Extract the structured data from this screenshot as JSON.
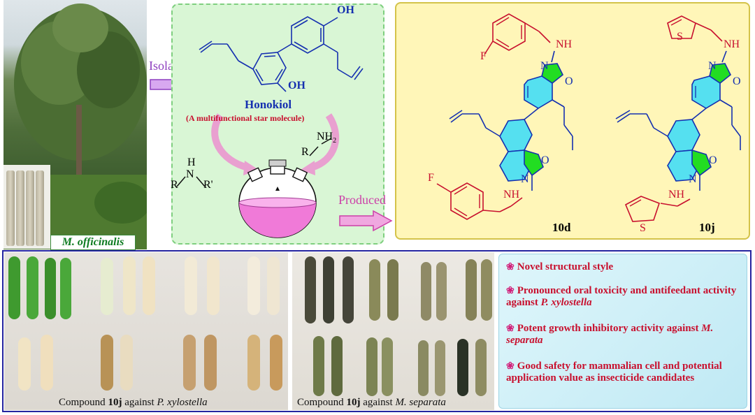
{
  "photo": {
    "species_label": "M. officinalis"
  },
  "arrows": {
    "isolated": "Isolated",
    "produced": "Produced"
  },
  "honokiol": {
    "name": "Honokiol",
    "subtitle": "(A multifunctional star molecule)",
    "oh_top": "OH",
    "oh_bottom": "OH"
  },
  "reagents": {
    "amine_secondary": {
      "n": "N",
      "h": "H",
      "r": "R",
      "r_prime": "R'"
    },
    "amine_primary": {
      "r": "R",
      "nh2": "NH",
      "sub2": "2"
    }
  },
  "compounds": [
    {
      "id": "10d",
      "f_top": "F",
      "f_bottom": "F",
      "nh_top": "NH",
      "nh_bottom": "NH",
      "n_top": "N",
      "o_top": "O",
      "n_bottom": "N",
      "o_bottom": "O"
    },
    {
      "id": "10j",
      "s_top": "S",
      "s_bottom": "S",
      "nh_top": "NH",
      "nh_bottom": "NH",
      "n_top": "N",
      "o_top": "O",
      "n_bottom": "N",
      "o_bottom": "O"
    }
  ],
  "captions": {
    "left": {
      "pre": "Compound ",
      "bold": "10j",
      "mid": " against ",
      "italic": "P. xylostella"
    },
    "right": {
      "pre": "Compound ",
      "bold": "10j",
      "mid": " against ",
      "italic": "M. separata"
    }
  },
  "findings": [
    {
      "text": "Novel structural style"
    },
    {
      "text": "Pronounced oral toxicity and antifeedant activity against ",
      "italic": "P. xylostella"
    },
    {
      "text": "Potent growth inhibitory activity against ",
      "italic": "M. separata"
    },
    {
      "text": "Good safety for mammalian cell and potential application value as insecticide candidates"
    }
  ],
  "colors": {
    "structure_blue": "#1530b0",
    "highlight_red": "#c8102e",
    "oxazole_green": "#22dd22",
    "benzene_cyan": "#55e0f0",
    "panel_green": "#d9f6d5",
    "panel_yellow": "#fff6b8",
    "flask_pink": "#f07ad8"
  }
}
